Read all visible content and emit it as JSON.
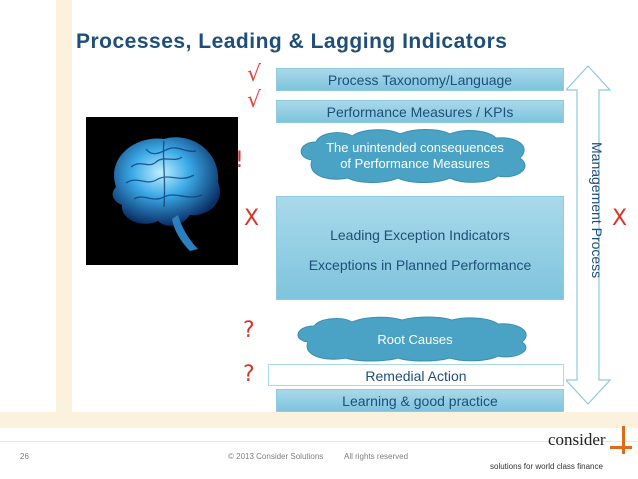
{
  "slide": {
    "title": "Processes, Leading & Lagging Indicators",
    "page_number": "26"
  },
  "marks": {
    "check1": "√",
    "check2": "√",
    "exclaim": "!",
    "x_left": "X",
    "q1": "?",
    "q2": "?",
    "x_right": "X"
  },
  "boxes": {
    "taxonomy": "Process Taxonomy/Language",
    "kpis": "Performance Measures / KPIs",
    "unintended_line1": "The unintended consequences",
    "unintended_line2": "of Performance Measures",
    "leading_title": "Leading Exception Indicators",
    "leading_sub": "Exceptions in Planned Performance",
    "root_causes": "Root Causes",
    "remedial": "Remedial Action",
    "learning": "Learning & good practice"
  },
  "side_label": "Management Process",
  "footer": {
    "copyright": "© 2013 Consider Solutions",
    "rights": "All rights reserved",
    "logo": "consider",
    "tagline": "solutions for world class finance"
  },
  "colors": {
    "title": "#1f4e79",
    "accent_red": "#d9342b",
    "box_blue": "#8ccbe0",
    "cloud_blue": "#4aa3c4"
  },
  "icons": {
    "brain": "brain-image",
    "arrow": "double-headed-arrow"
  }
}
